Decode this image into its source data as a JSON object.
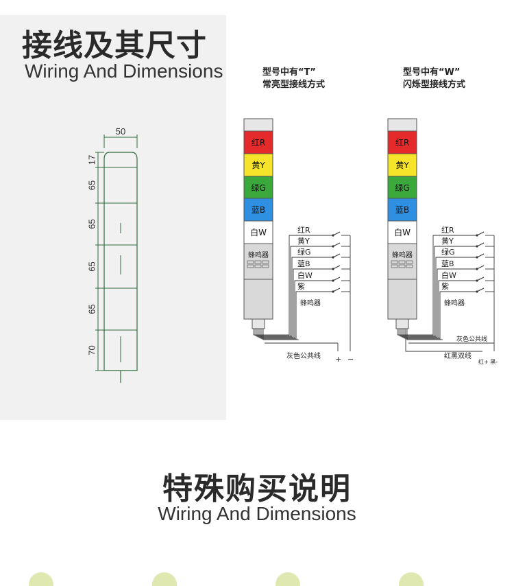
{
  "title": {
    "cn": "接线及其尺寸",
    "en": "Wiring And Dimensions"
  },
  "bottom": {
    "cn": "特殊购买说明",
    "en": "Wiring And Dimensions"
  },
  "dimensions": {
    "width": "50",
    "segments": [
      "17",
      "65",
      "65",
      "65",
      "65",
      "70"
    ]
  },
  "tower_t": {
    "heading1": "型号中有“T”",
    "heading2": "常亮型接线方式",
    "tiers": [
      {
        "label": "红R",
        "color": "#e42a2a"
      },
      {
        "label": "黄Y",
        "color": "#f5e42a"
      },
      {
        "label": "绿G",
        "color": "#3aa83a"
      },
      {
        "label": "蓝B",
        "color": "#2f8fe0"
      },
      {
        "label": "白W",
        "color": "#ffffff"
      }
    ],
    "buzzer": "蜂鸣器",
    "wires": [
      "红R",
      "黄Y",
      "绿G",
      "蓝B",
      "白W",
      "紫"
    ],
    "wire_buzzer": "蜂鸣器",
    "common": "灰色公共线",
    "plus": "+",
    "minus": "−"
  },
  "tower_w": {
    "heading1": "型号中有“W”",
    "heading2": "闪烁型接线方式",
    "tiers": [
      {
        "label": "红R",
        "color": "#e42a2a"
      },
      {
        "label": "黄Y",
        "color": "#f5e42a"
      },
      {
        "label": "绿G",
        "color": "#3aa83a"
      },
      {
        "label": "蓝B",
        "color": "#2f8fe0"
      },
      {
        "label": "白W",
        "color": "#ffffff"
      }
    ],
    "buzzer": "蜂鸣器",
    "wires": [
      "红R",
      "黄Y",
      "绿G",
      "蓝B",
      "白W",
      "紫"
    ],
    "wire_buzzer": "蜂鸣器",
    "common": "灰色公共线",
    "twin": "红黑双线",
    "polarity": "红+ 黑-"
  }
}
